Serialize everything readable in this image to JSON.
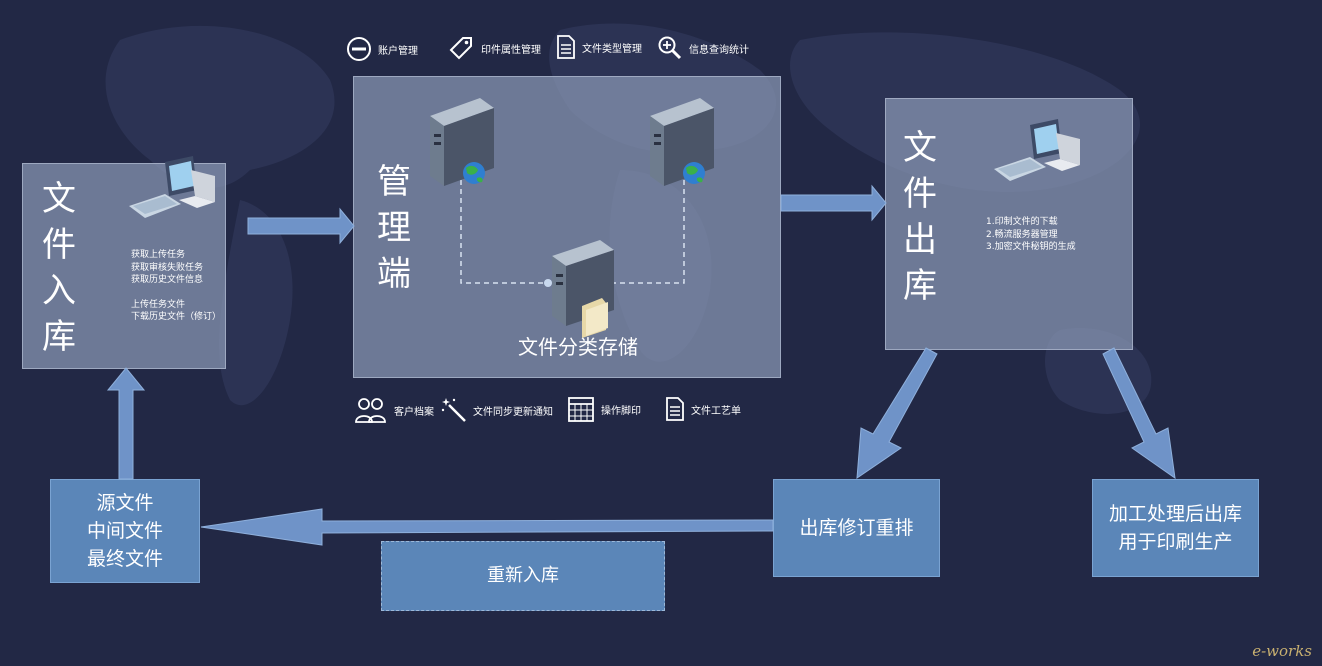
{
  "top_toolbar": [
    {
      "label": "账户管理",
      "icon": "minus-circle-icon"
    },
    {
      "label": "印件属性管理",
      "icon": "tag-icon"
    },
    {
      "label": "文件类型管理",
      "icon": "document-icon"
    },
    {
      "label": "信息查询统计",
      "icon": "zoom-in-icon"
    }
  ],
  "bottom_toolbar": [
    {
      "label": "客户档案",
      "icon": "users-icon"
    },
    {
      "label": "文件同步更新通知",
      "icon": "magic-wand-icon"
    },
    {
      "label": "操作脚印",
      "icon": "calendar-icon"
    },
    {
      "label": "文件工艺单",
      "icon": "document-icon"
    }
  ],
  "file_in": {
    "title": [
      "文",
      "件",
      "入",
      "库"
    ],
    "lines": [
      "获取上传任务",
      "获取审核失败任务",
      "获取历史文件信息",
      "",
      "上传任务文件",
      "下载历史文件（修订）"
    ]
  },
  "management": {
    "title": [
      "管",
      "理",
      "端"
    ],
    "storage_label": "文件分类存储"
  },
  "file_out": {
    "title": [
      "文",
      "件",
      "出",
      "库"
    ],
    "lines": [
      "1.印制文件的下载",
      "2.畅流服务器管理",
      "3.加密文件秘钥的生成"
    ]
  },
  "source_box": [
    "源文件",
    "中间文件",
    "最终文件"
  ],
  "revise_box": "出库修订重排",
  "reimport_box": "重新入库",
  "process_box": [
    "加工处理后出库",
    "用于印刷生产"
  ],
  "watermark": "e-works",
  "colors": {
    "background": "#222845",
    "panel": "#8a98b6",
    "blue_box": "#5b86b8",
    "arrow": "#6f93c8"
  }
}
